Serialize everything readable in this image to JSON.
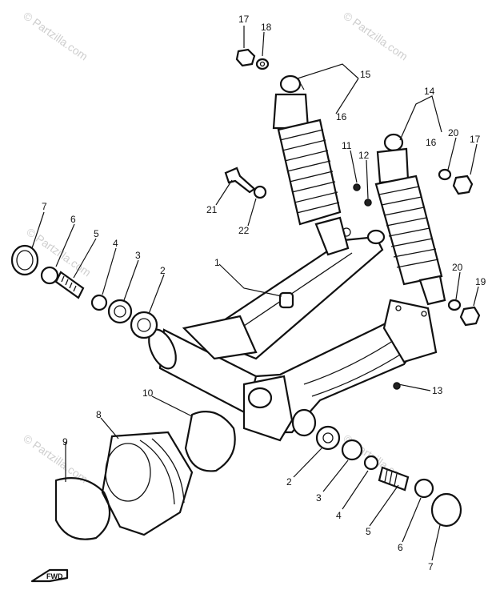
{
  "watermark": {
    "text": "© Partzilla.com",
    "color": "#cfcfcf"
  },
  "direction_marker": {
    "label": "FWD"
  },
  "callouts": {
    "n1": "1",
    "n2a": "2",
    "n2b": "2",
    "n3a": "3",
    "n3b": "3",
    "n4a": "4",
    "n4b": "4",
    "n5a": "5",
    "n5b": "5",
    "n6a": "6",
    "n6b": "6",
    "n7a": "7",
    "n7b": "7",
    "n8": "8",
    "n9": "9",
    "n10": "10",
    "n11": "11",
    "n12": "12",
    "n13": "13",
    "n14": "14",
    "n15": "15",
    "n16a": "16",
    "n16b": "16",
    "n17a": "17",
    "n17b": "17",
    "n18": "18",
    "n19": "19",
    "n20a": "20",
    "n20b": "20",
    "n21": "21",
    "n22": "22"
  }
}
